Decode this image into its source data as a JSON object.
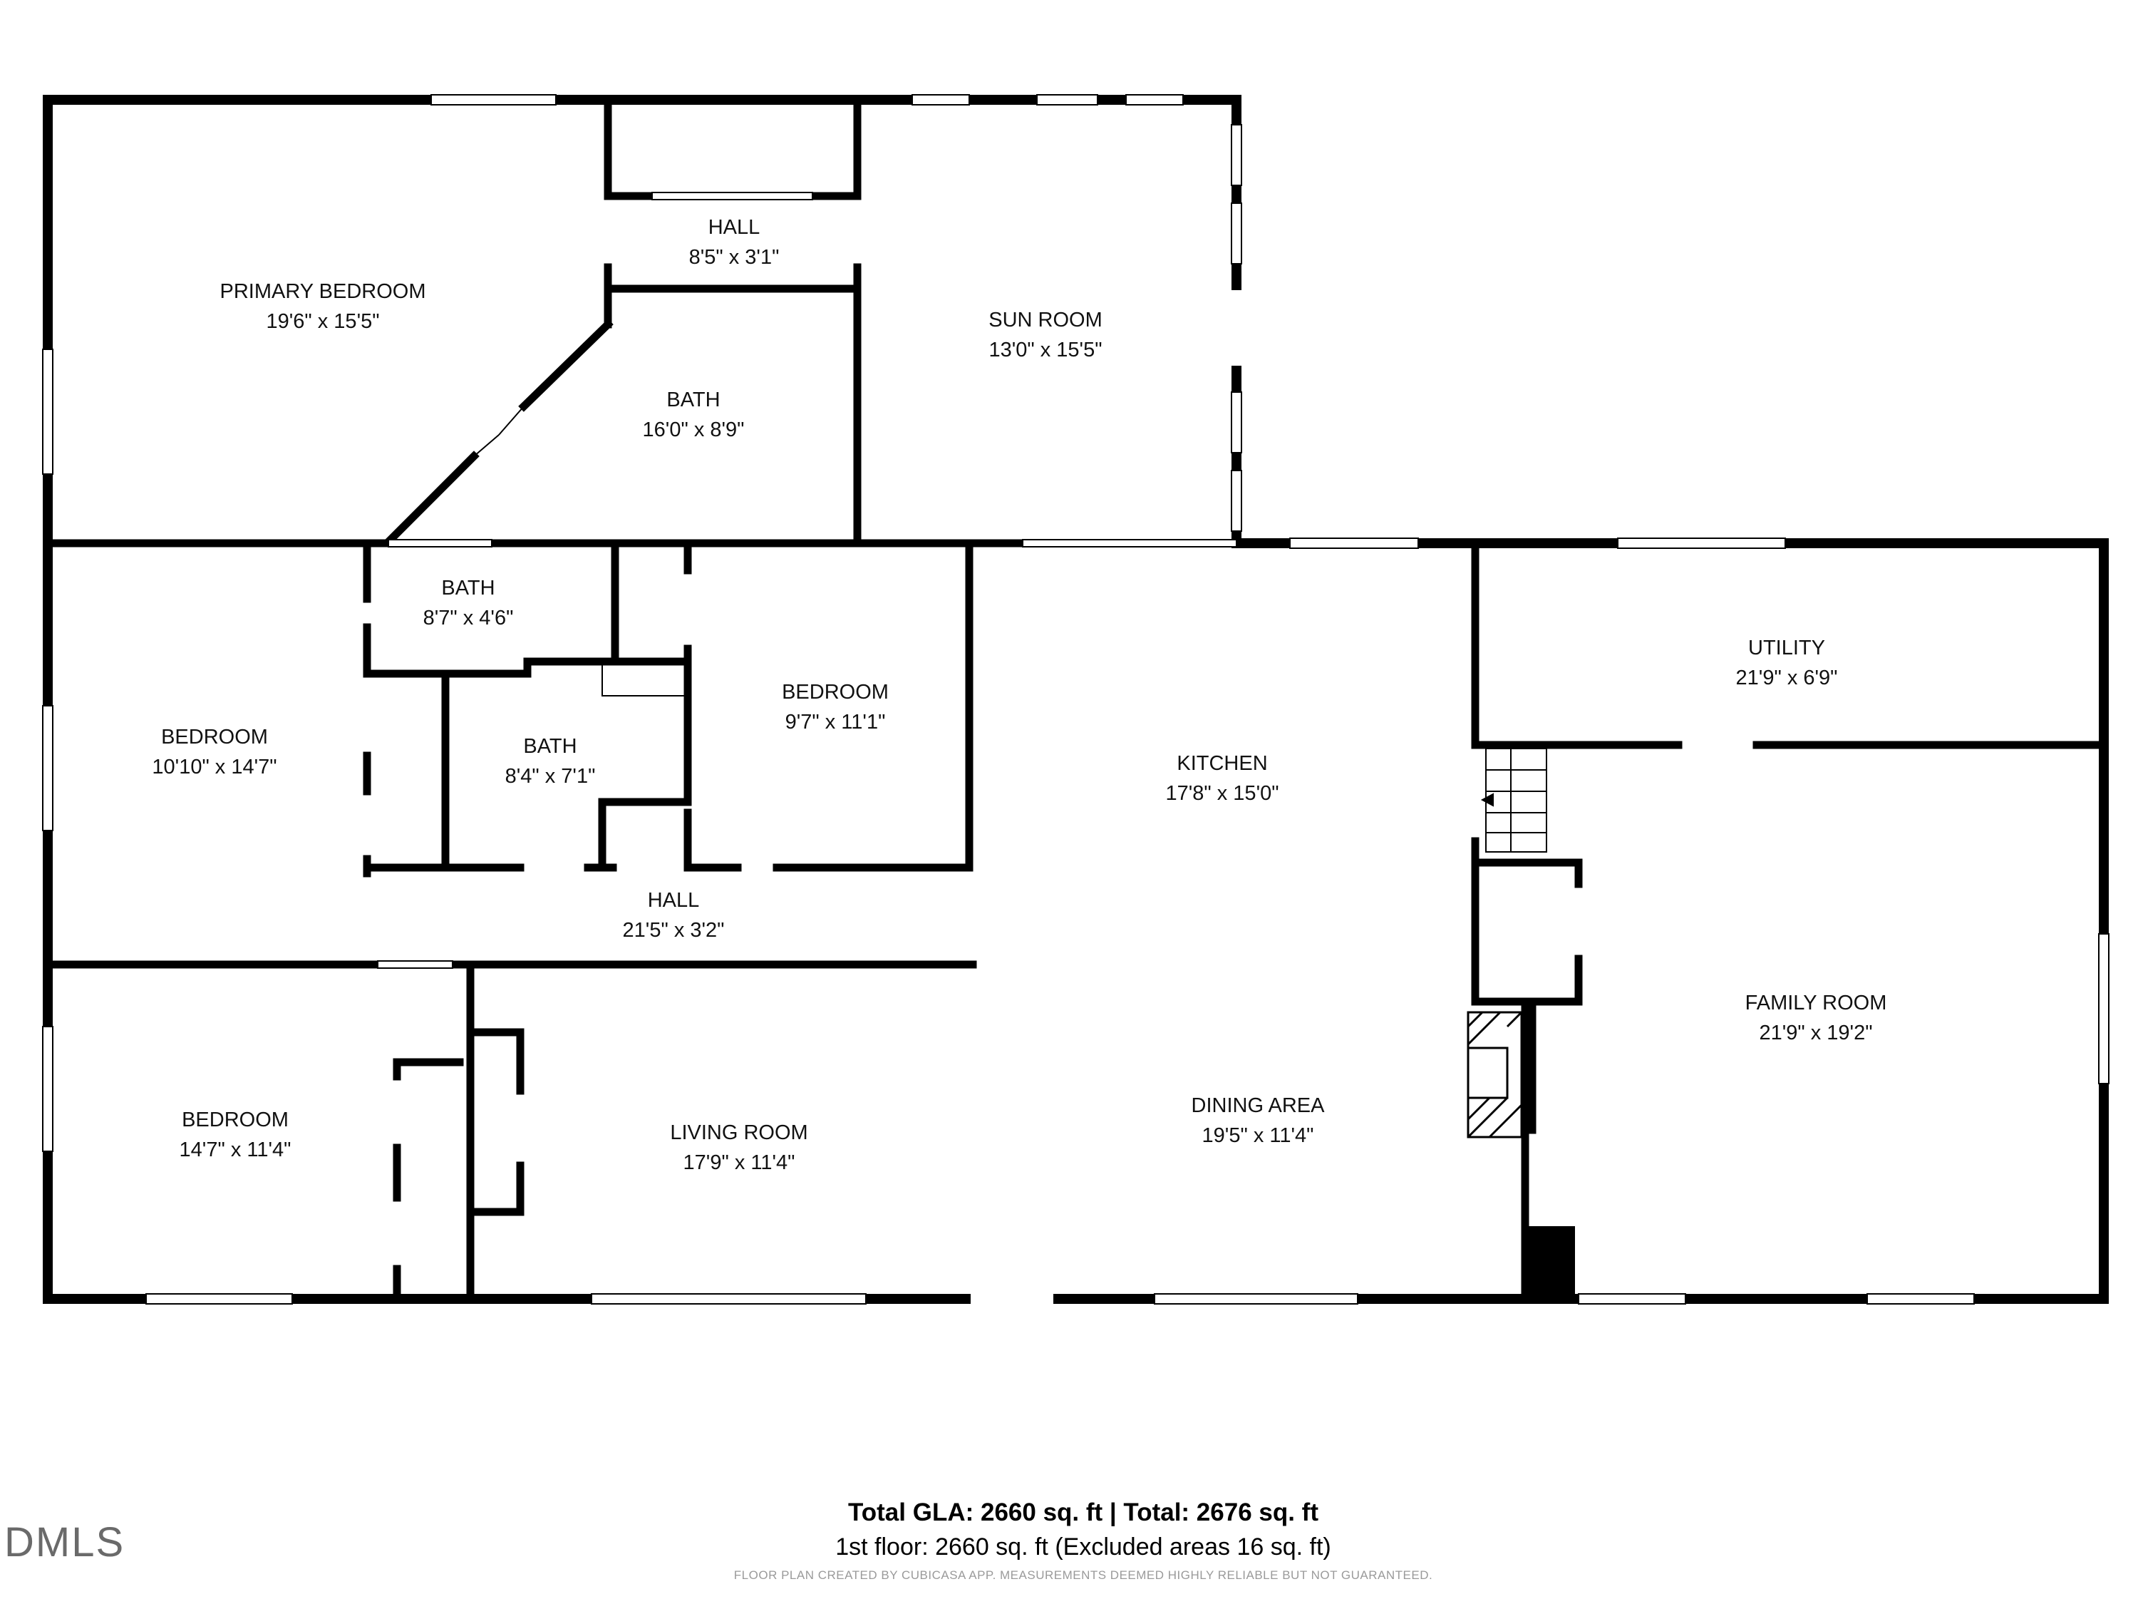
{
  "rooms": {
    "primary_bedroom": {
      "name": "PRIMARY BEDROOM",
      "dim": "19'6\" x 15'5\""
    },
    "hall_top": {
      "name": "HALL",
      "dim": "8'5\" x 3'1\""
    },
    "sun_room": {
      "name": "SUN ROOM",
      "dim": "13'0\" x 15'5\""
    },
    "bath_main": {
      "name": "BATH",
      "dim": "16'0\" x 8'9\""
    },
    "bath_small": {
      "name": "BATH",
      "dim": "8'7\" x 4'6\""
    },
    "bedroom_left": {
      "name": "BEDROOM",
      "dim": "10'10\" x 14'7\""
    },
    "bath_mid": {
      "name": "BATH",
      "dim": "8'4\" x 7'1\""
    },
    "bedroom_mid": {
      "name": "BEDROOM",
      "dim": "9'7\" x 11'1\""
    },
    "kitchen": {
      "name": "KITCHEN",
      "dim": "17'8\" x 15'0\""
    },
    "utility": {
      "name": "UTILITY",
      "dim": "21'9\" x 6'9\""
    },
    "hall_mid": {
      "name": "HALL",
      "dim": "21'5\" x 3'2\""
    },
    "family_room": {
      "name": "FAMILY ROOM",
      "dim": "21'9\" x 19'2\""
    },
    "bedroom_bottom": {
      "name": "BEDROOM",
      "dim": "14'7\" x 11'4\""
    },
    "living_room": {
      "name": "LIVING ROOM",
      "dim": "17'9\" x 11'4\""
    },
    "dining_area": {
      "name": "DINING AREA",
      "dim": "19'5\" x 11'4\""
    }
  },
  "summary": {
    "totals": "Total GLA: 2660 sq. ft | Total: 2676 sq. ft",
    "floor": "1st floor: 2660 sq. ft (Excluded areas 16 sq. ft)"
  },
  "disclaimer": "FLOOR PLAN CREATED BY CUBICASA APP. MEASUREMENTS DEEMED HIGHLY RELIABLE BUT NOT GUARANTEED.",
  "logo": "DMLS"
}
